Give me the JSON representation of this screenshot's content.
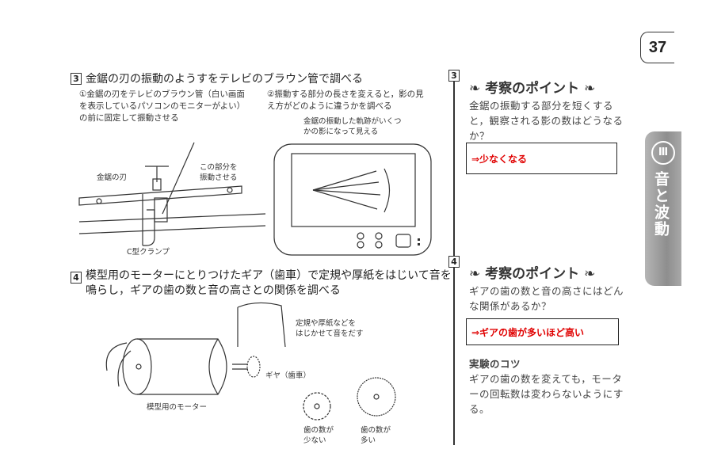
{
  "page_number": "37",
  "side_tab": {
    "num": "Ⅲ",
    "text": "音と波動"
  },
  "section3": {
    "num": "3",
    "title": "金鋸の刃の振動のようすをテレビのブラウン管で調べる",
    "step1": [
      "①金鋸の刃をテレビのブラウン管（白い画面",
      "を表示しているパソコンのモニターがよい）",
      "の前に固定して振動させる"
    ],
    "step2": [
      "②振動する部分の長さを変えると，影の見",
      "え方がどのように違うかを調べる"
    ],
    "label_blade": "金鋸の刃",
    "label_part": [
      "この部分を",
      "振動させる"
    ],
    "label_clamp": "C型クランプ",
    "label_trace": [
      "金鋸の振動した軌跡がいくつ",
      "かの影になって見える"
    ]
  },
  "section4": {
    "num": "4",
    "title": [
      "模型用のモーターにとりつけたギア（歯車）で定規や厚紙をはじいて音を",
      "鳴らし，ギアの歯の数と音の高さとの関係を調べる"
    ],
    "label_ruler": [
      "定規や厚紙などを",
      "はじかせて音をだす"
    ],
    "label_gear": "ギヤ（歯車）",
    "label_motor": "模型用のモーター",
    "label_few": [
      "歯の数が",
      "少ない"
    ],
    "label_many": [
      "歯の数が",
      "多い"
    ]
  },
  "right3": {
    "num": "3",
    "heading": "考察のポイント",
    "body": [
      "金鋸の振動する部分を短くする",
      "と，観察される影の数はどうなる",
      "か？"
    ],
    "answer": "⇒少なくなる"
  },
  "right4": {
    "num": "4",
    "heading": "考察のポイント",
    "body": [
      "ギアの歯の数と音の高さにはどん",
      "な関係があるか？"
    ],
    "answer": "⇒ギアの歯が多いほど高い",
    "tips_title": "実験のコツ",
    "tips": [
      "ギアの歯の数を変えても，モータ",
      "ーの回転数は変わらないようにす",
      "る。"
    ]
  }
}
